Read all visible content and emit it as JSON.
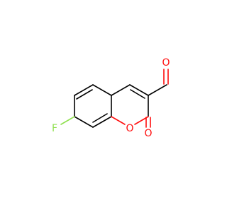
{
  "molecule": {
    "atoms": [
      {
        "id": "O-aldehyde",
        "label": "O",
        "color": "#ff0d0d"
      },
      {
        "id": "O-ring",
        "label": "O",
        "color": "#ff0d0d"
      },
      {
        "id": "O-carbonyl",
        "label": "O",
        "color": "#ff0d0d"
      },
      {
        "id": "F",
        "label": "F",
        "color": "#90e050"
      }
    ]
  }
}
